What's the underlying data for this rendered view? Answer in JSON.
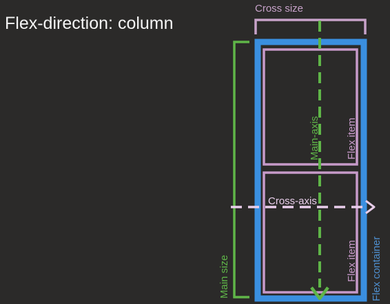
{
  "title": "Flex-direction: column",
  "labels": {
    "cross_size": "Cross size",
    "main_size": "Main size",
    "main_axis": "Main-axis",
    "cross_axis": "Cross-axis",
    "flex_item_1": "Flex item",
    "flex_item_2": "Flex item",
    "flex_container": "Flex container"
  },
  "colors": {
    "background": "#2b2a29",
    "container": "#3a8fe0",
    "item": "#c79ac9",
    "main": "#5fb548",
    "cross_size": "#c7a2c9",
    "cross_axis": "#e8cdea",
    "container_label": "#4e8fcf",
    "title": "#f4f4f4"
  }
}
